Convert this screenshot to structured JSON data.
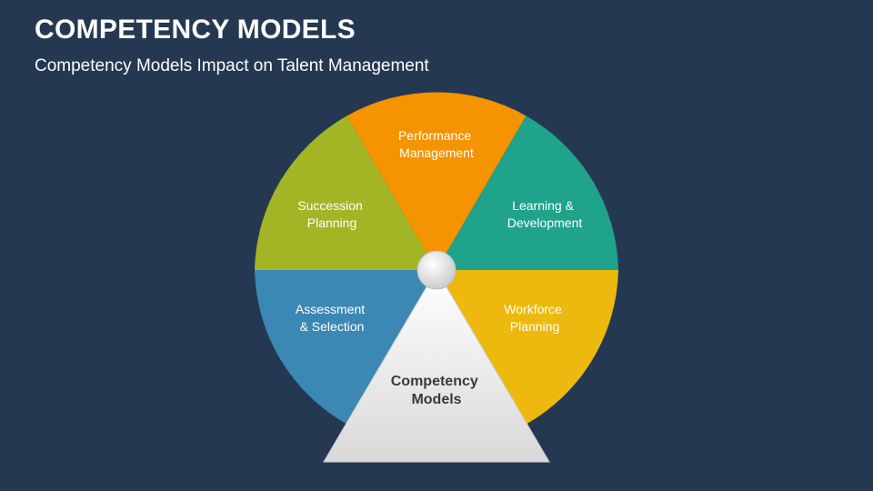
{
  "header": {
    "title": "COMPETENCY MODELS",
    "subtitle": "Competency Models Impact on Talent Management"
  },
  "wheel": {
    "segments": [
      {
        "line1": "Performance",
        "line2": "Management",
        "color": "#F59300"
      },
      {
        "line1": "Learning &",
        "line2": "Development",
        "color": "#1FA38A"
      },
      {
        "line1": "Workforce",
        "line2": "Planning",
        "color": "#EDB90E"
      },
      {
        "line1": "Assessment",
        "line2": "& Selection",
        "color": "#3B88B5"
      },
      {
        "line1": "Succession",
        "line2": "Planning",
        "color": "#A3B525"
      }
    ],
    "center": {
      "line1": "Competency",
      "line2": "Models"
    }
  },
  "colors": {
    "background": "#253851",
    "center_fill": "#EDEDED",
    "hub": "#E6E6E6"
  }
}
